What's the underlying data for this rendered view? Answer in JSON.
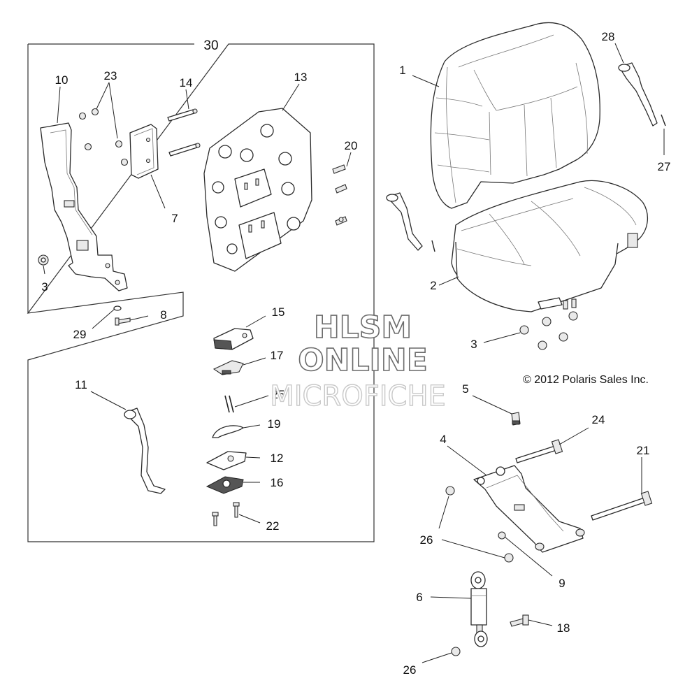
{
  "assembly_label": "30",
  "callouts": {
    "c1": "1",
    "c2": "2",
    "c3a": "3",
    "c3b": "3",
    "c4": "4",
    "c5": "5",
    "c6": "6",
    "c7": "7",
    "c8": "8",
    "c9": "9",
    "c10": "10",
    "c11": "11",
    "c12": "12",
    "c13": "13",
    "c14": "14",
    "c15": "15",
    "c16": "16",
    "c17": "17",
    "c18": "18",
    "c19": "19",
    "c20": "20",
    "c21": "21",
    "c22": "22",
    "c23": "23",
    "c24": "24",
    "c25": "25",
    "c26a": "26",
    "c26b": "26",
    "c27": "27",
    "c28": "28",
    "c29": "29"
  },
  "watermark": {
    "line1": "HLSM",
    "line2": "ONLINE",
    "line3": "MICROFICHE"
  },
  "copyright": "© 2012 Polaris Sales Inc."
}
